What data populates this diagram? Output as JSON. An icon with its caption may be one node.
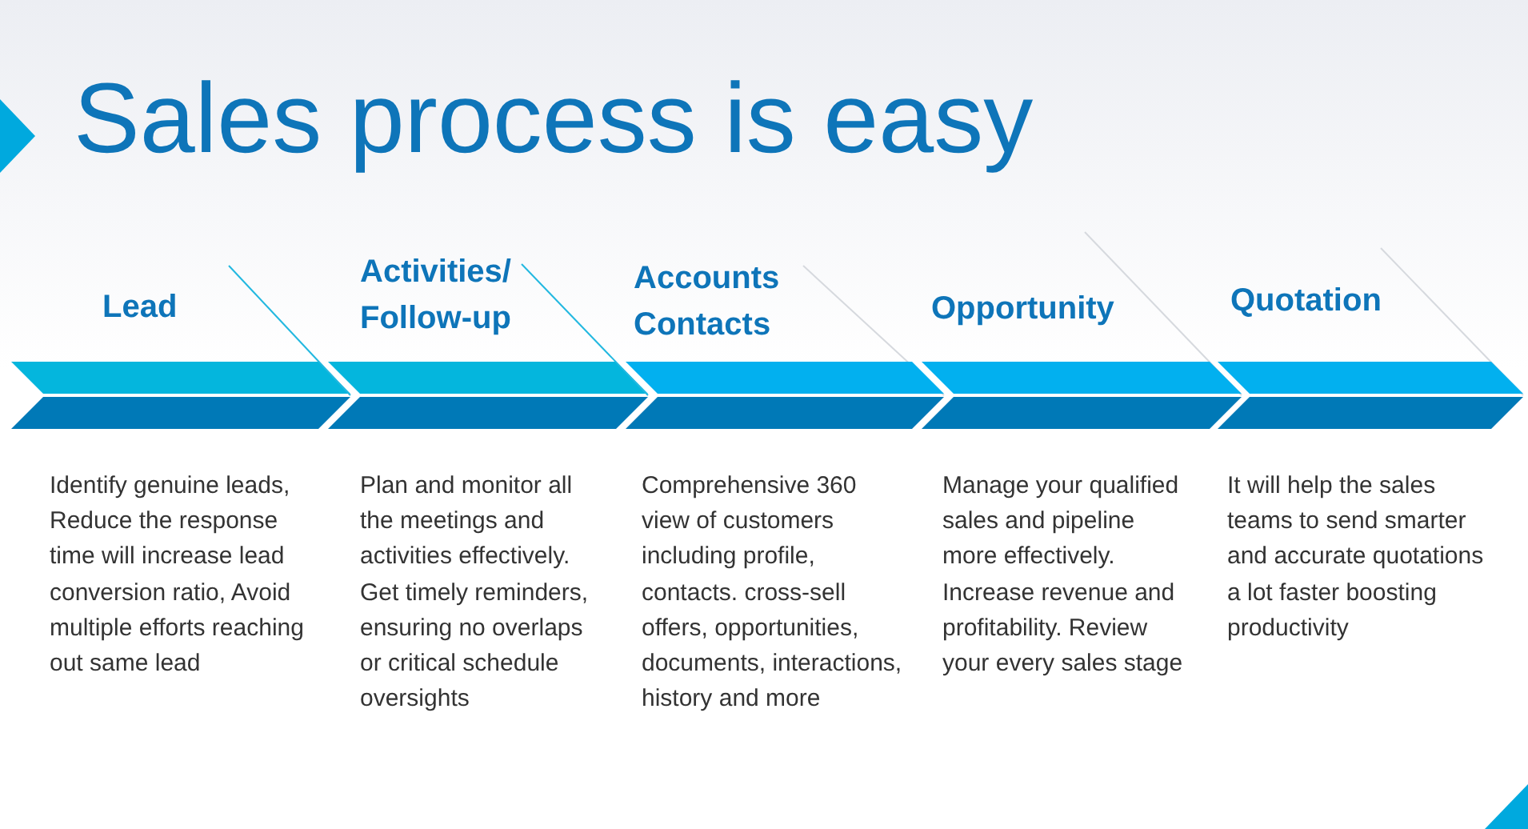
{
  "diagram": {
    "title": "Sales process is easy",
    "nodes": [
      {
        "text": [
          "Lead",
          "Identify genuine leads, Reduce the response time will increase lead conversion ratio, Avoid multiple efforts reaching out same lead"
        ]
      },
      {
        "text": [
          "Activities/ Follow-up",
          "Plan and monitor all the meetings and activities effectively. Get timely reminders, ensuring no overlaps or critical schedule oversights"
        ]
      },
      {
        "text": [
          "Accounts Contacts",
          "Comprehensive 360 view of customers including profile, contacts. cross-sell offers, opportunities, documents, interactions, history and more"
        ]
      },
      {
        "text": [
          "Opportunity",
          "Manage your qualified sales and pipeline more effectively. Increase revenue and profitability. Review your every sales stage"
        ]
      },
      {
        "text": [
          "Quotation",
          "It will help the sales teams to send smarter and accurate quotations a lot faster boosting productivity"
        ]
      }
    ]
  }
}
